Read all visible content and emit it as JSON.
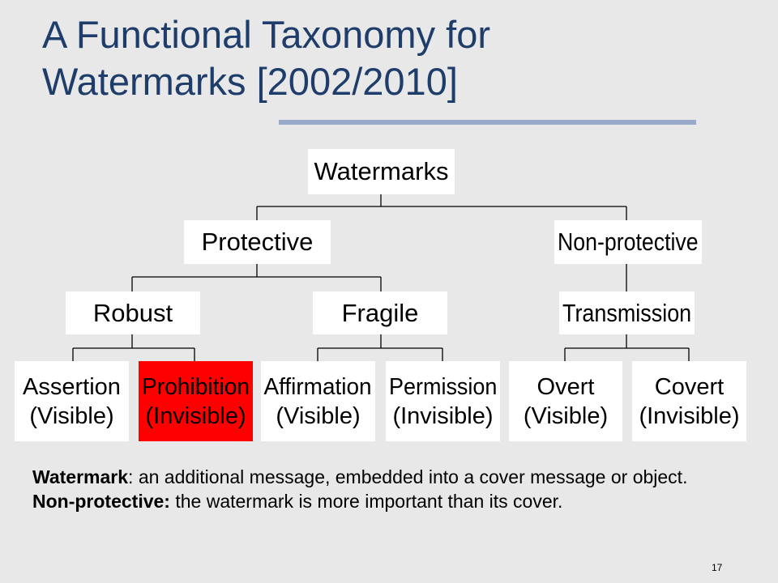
{
  "slide": {
    "title_line1": "A Functional Taxonomy for",
    "title_line2": "Watermarks [2002/2010]",
    "page_number": "17"
  },
  "taxonomy": {
    "root": "Watermarks",
    "level1": [
      "Protective",
      "Non-protective"
    ],
    "level2": [
      "Robust",
      "Fragile",
      "Transmission"
    ],
    "leaves": [
      {
        "label": "Assertion",
        "sub": "(Visible)"
      },
      {
        "label": "Prohibition",
        "sub": "(Invisible)",
        "highlight": true
      },
      {
        "label": "Affirmation",
        "sub": "(Visible)"
      },
      {
        "label": "Permission",
        "sub": "(Invisible)"
      },
      {
        "label": "Overt",
        "sub": "(Visible)"
      },
      {
        "label": "Covert",
        "sub": "(Invisible)"
      }
    ],
    "highlight_color": "#ff0000"
  },
  "definitions": [
    {
      "term": "Watermark",
      "sep": ":",
      "text": " an additional message, embedded into a cover message or object."
    },
    {
      "term": "Non-protective:",
      "sep": "",
      "text": " the watermark is more important than its cover."
    }
  ]
}
